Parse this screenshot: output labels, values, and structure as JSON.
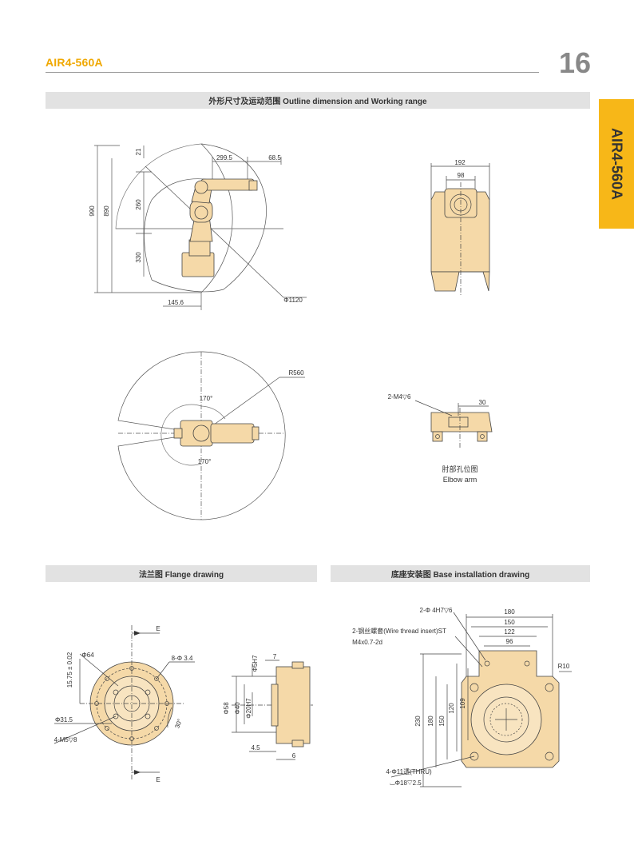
{
  "header": {
    "model": "AIR4-560A",
    "page_number": "16"
  },
  "side_tab": {
    "label": "AIR4-560A"
  },
  "sections": {
    "outline": "外形尺寸及运动范围 Outline dimension and Working range",
    "flange": "法兰图 Flange drawing",
    "base": "底座安装图 Base installation drawing"
  },
  "side_view": {
    "d990": "990",
    "d890": "890",
    "d21": "21",
    "d260": "260",
    "d330": "330",
    "d299": "299.5",
    "d68": "68.5",
    "d145": "145.6",
    "phi1120": "Φ1120"
  },
  "front_view": {
    "d192": "192",
    "d98": "98"
  },
  "top_view": {
    "r560": "R560",
    "a1": "170°",
    "a2": "170°"
  },
  "elbow": {
    "m4": "2-M4▽6",
    "d30": "30",
    "caption_cn": "肘部孔位图",
    "caption_en": "Elbow arm"
  },
  "flange": {
    "d64": "Φ64",
    "d15": "15.75 ± 0.02",
    "d315": "Φ31.5",
    "m5": "4-M5▽8",
    "holes": "8-Φ 3.4",
    "ang": "30°",
    "e1": "E",
    "e2": "E",
    "d5h7": "Φ5H7",
    "d7": "7",
    "d58": "Φ58",
    "d40": "Φ40",
    "d20": "Φ20H7",
    "d45": "4.5",
    "d6": "6"
  },
  "base": {
    "h4": "2-Φ 4H7▽6",
    "insert": "2-钢丝螺套(Wire thread insert)ST",
    "m4x": "M4x0.7-2d",
    "d180": "180",
    "d150": "150",
    "d122": "122",
    "d96": "96",
    "r10": "R10",
    "d230": "230",
    "d180v": "180",
    "d150v": "150",
    "d120": "120",
    "d109": "109",
    "thru": "4-Φ11透(THRU)",
    "cb": "⌴Φ18▽2.5"
  }
}
